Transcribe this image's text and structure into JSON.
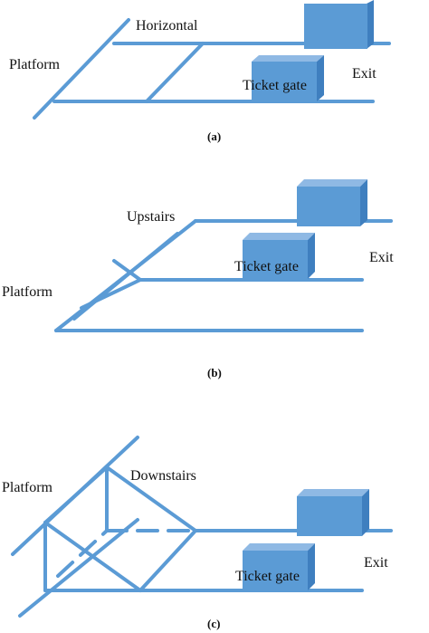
{
  "panel_a": {
    "label_horizontal": "Horizontal",
    "label_platform": "Platform",
    "label_ticket_gate": "Ticket gate",
    "label_exit": "Exit",
    "caption": "(a)"
  },
  "panel_b": {
    "label_upstairs": "Upstairs",
    "label_platform": "Platform",
    "label_ticket_gate": "Ticket gate",
    "label_exit": "Exit",
    "caption": "(b)"
  },
  "panel_c": {
    "label_platform": "Platform",
    "label_downstairs": "Downstairs",
    "label_ticket_gate": "Ticket gate",
    "label_exit": "Exit",
    "caption": "(c)"
  },
  "colors": {
    "line": "#5b9bd5",
    "box_front": "#5b9bd5",
    "box_top": "#8fb9e4",
    "box_side": "#3f7fbf"
  }
}
